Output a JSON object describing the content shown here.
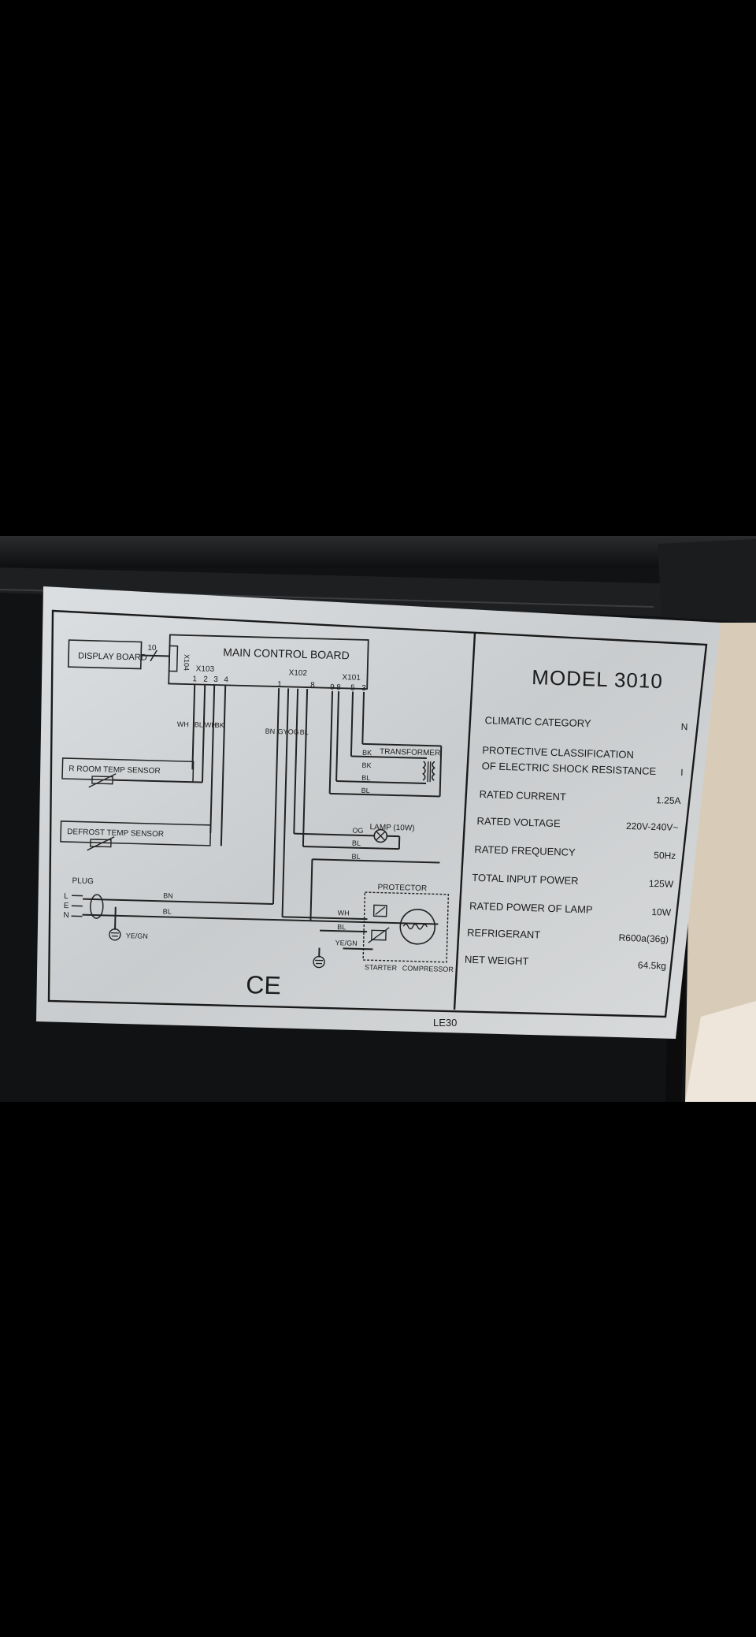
{
  "photo": {
    "background_color": "#000000",
    "appliance_color": "#121314",
    "label_color": "#d4d6d8"
  },
  "diagram": {
    "display_board": "DISPLAY BOARD",
    "display_wire_count": "10",
    "x104": "X104",
    "main_control_board": "MAIN CONTROL BOARD",
    "x103": "X103",
    "x103_pins": [
      "1",
      "2",
      "3",
      "4"
    ],
    "x102": "X102",
    "x102_pins": [
      "1",
      "8"
    ],
    "x101": "X101",
    "x101_pins": [
      "9",
      "8",
      "5",
      "3"
    ],
    "wire_codes_x103": [
      "WH",
      "BL",
      "WH",
      "BK"
    ],
    "wire_codes_x102": [
      "BN",
      "GY",
      "OG",
      "BL"
    ],
    "room_sensor": "R ROOM TEMP SENSOR",
    "defrost_sensor": "DEFROST TEMP SENSOR",
    "transformer": "TRANSFORMER",
    "transformer_wires": [
      "BK",
      "BK",
      "BL",
      "BL"
    ],
    "lamp": "LAMP (10W)",
    "lamp_wires": [
      "OG",
      "BL",
      "BL"
    ],
    "plug": "PLUG",
    "plug_pins": [
      "L",
      "E",
      "N"
    ],
    "plug_wires": [
      "BN",
      "BL"
    ],
    "ground_plug": "YE/GN",
    "protector": "PROTECTOR",
    "compressor_wires": [
      "WH",
      "BL"
    ],
    "ground_compressor": "YE/GN",
    "starter": "STARTER",
    "compressor": "COMPRESSOR",
    "ce_mark": "CE"
  },
  "spec": {
    "model": "MODEL  3010",
    "rows": [
      {
        "label": "CLIMATIC CATEGORY",
        "value": "N"
      },
      {
        "label": "PROTECTIVE CLASSIFICATION",
        "label2": "OF ELECTRIC SHOCK RESISTANCE",
        "value": "I"
      },
      {
        "label": "RATED CURRENT",
        "value": "1.25A"
      },
      {
        "label": "RATED VOLTAGE",
        "value": "220V-240V~"
      },
      {
        "label": "RATED FREQUENCY",
        "value": "50Hz"
      },
      {
        "label": "TOTAL INPUT POWER",
        "value": "125W"
      },
      {
        "label": "RATED POWER OF LAMP",
        "value": "10W"
      },
      {
        "label": "REFRIGERANT",
        "value": "R600a(36g)"
      },
      {
        "label": "NET WEIGHT",
        "value": "64.5kg"
      }
    ]
  },
  "footer_code": "LE30"
}
